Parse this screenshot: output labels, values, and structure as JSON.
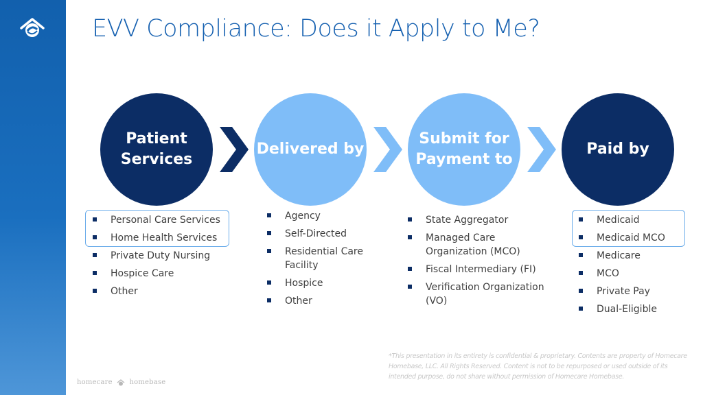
{
  "slide": {
    "title": "EVV Compliance: Does it Apply to Me?",
    "brand_left": "homecare",
    "brand_right": "homebase",
    "disclaimer": "*This presentation in its entirety is confidential & proprietary. Contents are property of Homecare Homebase, LLC. All Rights Reserved. Content is not to be repurposed or used outside of its intended purpose, do not share without permission of Homecare Homebase."
  },
  "colors": {
    "dark_circle": "#0c2d65",
    "light_circle": "#7fbdf8",
    "title": "#1560b0",
    "highlight_border": "#6aacea"
  },
  "steps": [
    {
      "label": "Patient\nServices",
      "items": [
        "Personal Care Services",
        "Home Health Services",
        "Private Duty Nursing",
        "Hospice Care",
        "Other"
      ],
      "highlighted": [
        "Personal Care Services",
        "Home Health Services"
      ]
    },
    {
      "label": "Delivered by",
      "items": [
        "Agency",
        "Self-Directed",
        "Residential Care Facility",
        "Hospice",
        "Other"
      ]
    },
    {
      "label": "Submit for\nPayment to",
      "items": [
        "State Aggregator",
        "Managed Care Organization (MCO)",
        "Fiscal Intermediary (FI)",
        "Verification Organization (VO)"
      ]
    },
    {
      "label": "Paid by",
      "items": [
        "Medicaid",
        "Medicaid MCO",
        "Medicare",
        "MCO",
        "Private Pay",
        "Dual-Eligible"
      ],
      "highlighted": [
        "Medicaid",
        "Medicaid MCO"
      ]
    }
  ]
}
